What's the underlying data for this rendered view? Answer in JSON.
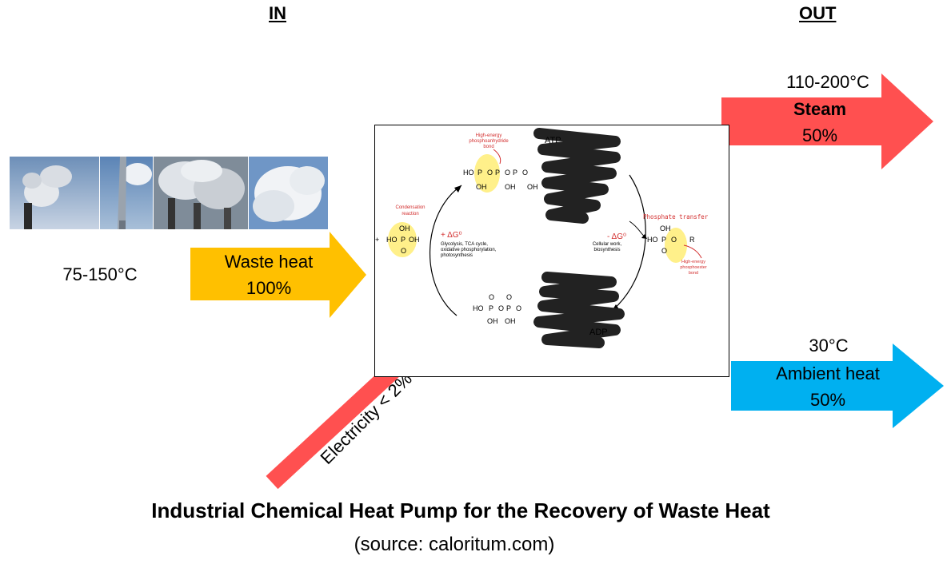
{
  "headers": {
    "in": "IN",
    "out": "OUT"
  },
  "input": {
    "temperature": "75-150°C",
    "waste_heat_label": "Waste heat",
    "waste_heat_pct": "100%"
  },
  "outputs": {
    "steam_temperature": "110-200°C",
    "steam_label": "Steam",
    "steam_pct": "50%",
    "ambient_temperature": "30°C",
    "ambient_label": "Ambient heat",
    "ambient_pct": "50%"
  },
  "electricity_label": "Electricity < 2%",
  "diagram": {
    "high_energy_top_1": "High-energy",
    "high_energy_top_2": "phosphoanhydride",
    "high_energy_top_3": "bond",
    "condensation_1": "Condensation",
    "condensation_2": "reaction",
    "plus_dg": "+ ΔG⁰",
    "catabolism_1": "Glycolysis, TCA cycle,",
    "catabolism_2": "oxidative phosphorylation,",
    "catabolism_3": "photosynthesis",
    "minus_dg": "- ΔG⁰",
    "work_1": "Cellular work,",
    "work_2": "biosynthesis",
    "phosphate_transfer": "Phosphate transfer",
    "high_energy_right_1": "High-energy",
    "high_energy_right_2": "phosphoester",
    "high_energy_right_3": "bond",
    "atp_label": "ATP",
    "adp_label": "ADP",
    "oh": "OH",
    "ho": "HO",
    "p": "P",
    "o": "O",
    "r": "R",
    "plus": "+"
  },
  "caption": {
    "title": "Industrial Chemical Heat Pump for the Recovery of Waste Heat",
    "source": "(source: caloritum.com)"
  },
  "colors": {
    "waste_heat": "#FFC000",
    "steam": "#FF5050",
    "ambient": "#00B0F0",
    "electricity": "#FF5050",
    "chem_red": "#D32F2F",
    "blob": "#FFF08A"
  }
}
